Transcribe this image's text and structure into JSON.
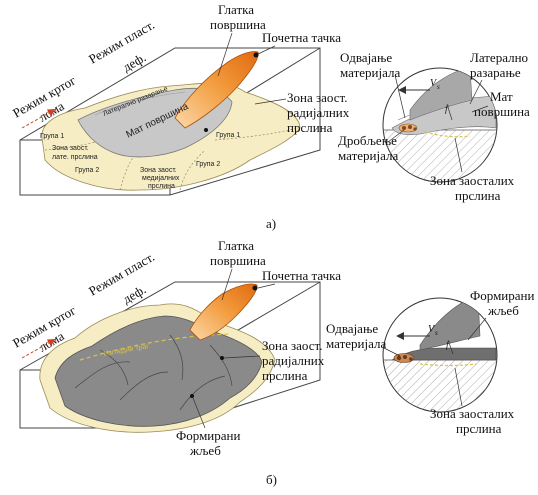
{
  "colors": {
    "orange_light": "#f8c48a",
    "orange_dark": "#ee7d1c",
    "zone_fill": "#f6edc4",
    "zone_stroke": "#9a8a55",
    "gray_matte": "#c4c4c4",
    "gray_dark": "#7a7a7a",
    "line": "#333333",
    "arrow_red": "#d04020",
    "dash_yellow": "#d9c24a"
  },
  "panel_a": {
    "mode_circular": "Режим кртог",
    "mode_circular_2": "лома",
    "mode_plastic": "Режим пласт.",
    "mode_plastic_2": "деф.",
    "smooth_surface": "Глатка",
    "smooth_surface_2": "површина",
    "start_point": "Почетна тачка",
    "lateral_inner": "Латерално разарање",
    "matte_surface_inner": "Мат површина",
    "group1_left": "Група 1",
    "group1_right": "Група 1",
    "zone_lat_cracks": "Зона заост.",
    "zone_lat_cracks_2": "лате. прслина",
    "group2_left": "Група 2",
    "group2_right": "Група 2",
    "zone_med_cracks": "Зона заост.",
    "zone_med_cracks_2": "медијалних",
    "zone_med_cracks_3": "прслина",
    "zone_radial": "Зона заост.",
    "zone_radial_2": "радијалних",
    "zone_radial_3": "прслина",
    "detachment": "Одвајање",
    "detachment_2": "материјала",
    "lateral": "Латерално",
    "lateral_2": "разарање",
    "matte": "Мат",
    "matte_2": "површина",
    "crushing": "Дробљење",
    "crushing_2": "материјала",
    "zone_residual": "Зона заосталих",
    "zone_residual_2": "прслина",
    "velocity": "V",
    "velocity_sub": "s",
    "f_label": "f",
    "label": "а)"
  },
  "panel_b": {
    "mode_circular": "Режим кртог",
    "mode_circular_2": "лома",
    "mode_plastic": "Режим пласт.",
    "mode_plastic_2": "деф.",
    "smooth_surface": "Глатка",
    "smooth_surface_2": "површина",
    "start_point": "Почетна тачка",
    "scratch_trace": "Изгледни траг",
    "zone_radial": "Зона заост.",
    "zone_radial_2": "радијалних",
    "zone_radial_3": "прслина",
    "formed_groove": "Формирани",
    "formed_groove_2": "жљеб",
    "detachment": "Одвајање",
    "detachment_2": "материјала",
    "formed_groove_r": "Формирани",
    "formed_groove_r_2": "жљеб",
    "zone_residual": "Зона заосталих",
    "zone_residual_2": "прслина",
    "velocity": "V",
    "velocity_sub": "s",
    "f_label": "f",
    "label": "б)"
  }
}
